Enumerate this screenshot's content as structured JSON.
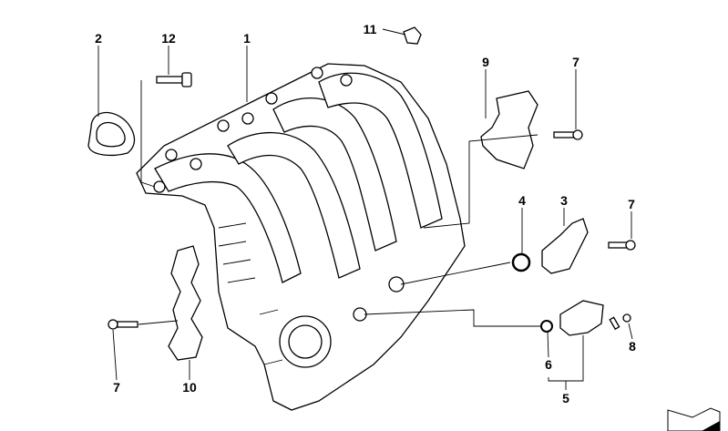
{
  "diagram": {
    "callouts": [
      {
        "id": "label-2",
        "text": "2"
      },
      {
        "id": "label-12",
        "text": "12"
      },
      {
        "id": "label-1",
        "text": "1"
      },
      {
        "id": "label-11",
        "text": "11"
      },
      {
        "id": "label-9",
        "text": "9"
      },
      {
        "id": "label-7a",
        "text": "7"
      },
      {
        "id": "label-4",
        "text": "4"
      },
      {
        "id": "label-3",
        "text": "3"
      },
      {
        "id": "label-7b",
        "text": "7"
      },
      {
        "id": "label-8",
        "text": "8"
      },
      {
        "id": "label-6",
        "text": "6"
      },
      {
        "id": "label-5",
        "text": "5"
      },
      {
        "id": "label-7c",
        "text": "7"
      },
      {
        "id": "label-10",
        "text": "10"
      }
    ]
  }
}
